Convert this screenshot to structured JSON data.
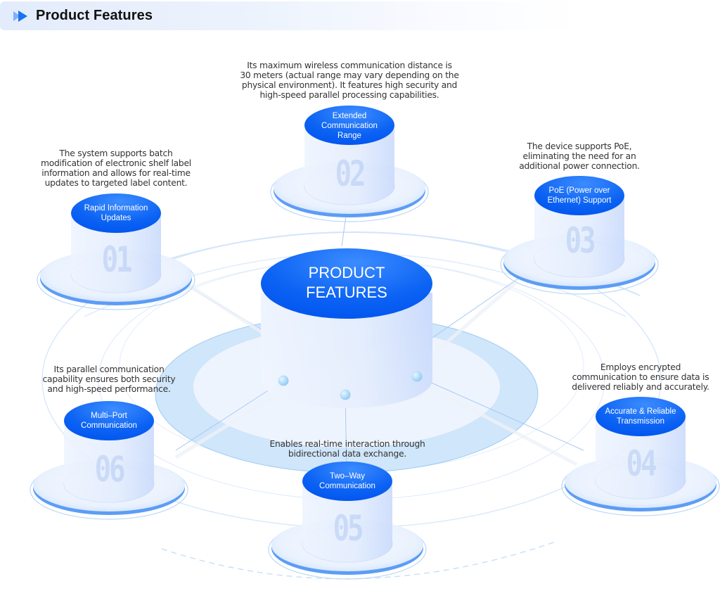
{
  "header": {
    "title": "Product Features",
    "icon": "double-play-arrow-icon",
    "accent": "#1a73f0"
  },
  "center": {
    "label_line1": "PRODUCT",
    "label_line2": "FEATURES"
  },
  "colors": {
    "cap_blue": "#0a5ff2",
    "cap_light": "#3d8bff",
    "ring_blue": "#bcdcfb",
    "text": "#333333"
  },
  "features": [
    {
      "number": "01",
      "title_line1": "Rapid Information",
      "title_line2": "Updates",
      "title_line3": "",
      "description": [
        "The system supports batch",
        "modification of electronic shelf label",
        "information and allows for real-time",
        "updates to targeted label content."
      ]
    },
    {
      "number": "02",
      "title_line1": "Extended",
      "title_line2": "Communication",
      "title_line3": "Range",
      "description": [
        "Its maximum wireless communication distance is",
        "30 meters (actual range may vary depending on the",
        "physical environment). It features high security and",
        "high-speed parallel processing capabilities."
      ]
    },
    {
      "number": "03",
      "title_line1": "PoE (Power over",
      "title_line2": "Ethernet) Support",
      "title_line3": "",
      "description": [
        "The device supports PoE,",
        "eliminating the need for an",
        "additional power connection."
      ]
    },
    {
      "number": "04",
      "title_line1": "Accurate & Reliable",
      "title_line2": "Transmission",
      "title_line3": "",
      "description": [
        "Employs encrypted",
        "communication to ensure data is",
        "delivered reliably and accurately."
      ]
    },
    {
      "number": "05",
      "title_line1": "Two–Way",
      "title_line2": "Communication",
      "title_line3": "",
      "description": [
        "Enables real-time interaction through",
        "bidirectional data exchange."
      ]
    },
    {
      "number": "06",
      "title_line1": "Multi–Port",
      "title_line2": "Communication",
      "title_line3": "",
      "description": [
        "Its parallel communication",
        "capability ensures both security",
        "and high-speed performance."
      ]
    }
  ]
}
